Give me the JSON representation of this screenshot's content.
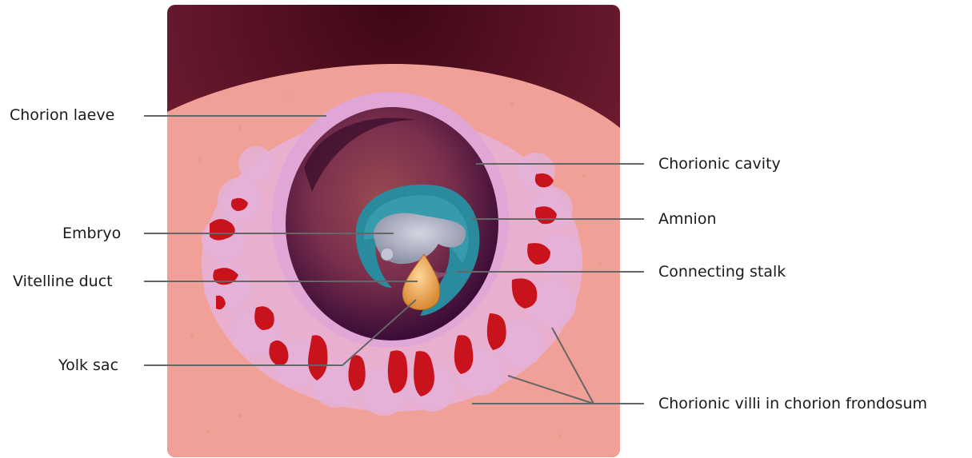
{
  "labels": {
    "chorion_laeve": "Chorion laeve",
    "embryo": "Embryo",
    "vitelline_duct": "Vitelline duct",
    "yolk_sac": "Yolk sac",
    "chorionic_cavity": "Chorionic cavity",
    "amnion": "Amnion",
    "connecting_stalk": "Connecting stalk",
    "chorionic_villi": "Chorionic villi in chorion frondosum"
  },
  "colors": {
    "uterine_wall_dark": "#5a1022",
    "endometrium": "#f0a097",
    "chorion_membrane": "#e0a6d6",
    "chorionic_cavity": "#5a1a45",
    "amnion": "#2a8a9e",
    "embryo": "#a9adbf",
    "yolk_sac": "#f0a85a",
    "villi_blood": "#c8121c",
    "leader_line": "#666666"
  }
}
